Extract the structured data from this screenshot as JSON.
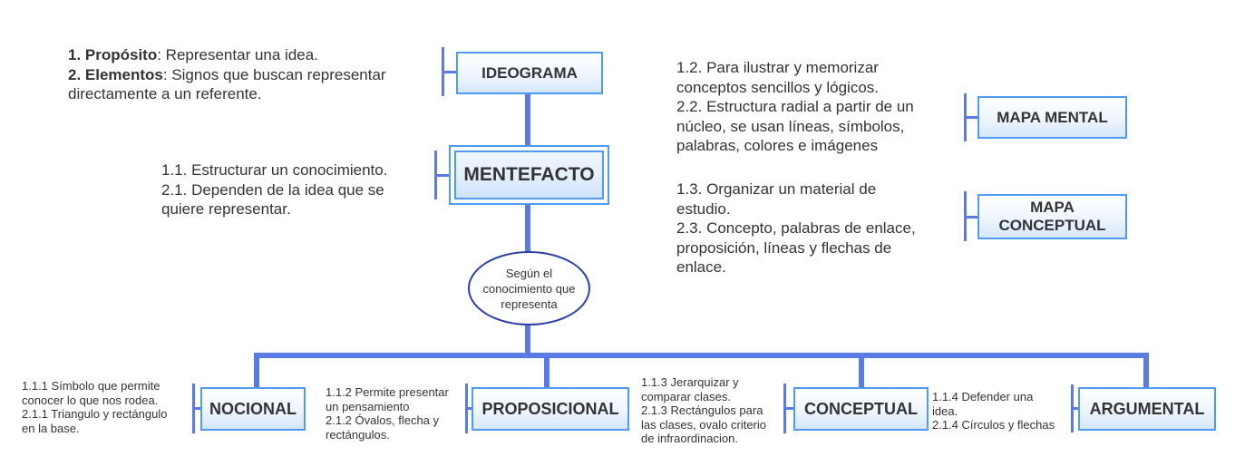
{
  "diagram": {
    "colors": {
      "connector": "#5a7be6",
      "node_border": "#4d9bf5",
      "ellipse_border": "#2b3fa8",
      "text": "#333333"
    },
    "ideograma": {
      "label": "IDEOGRAMA",
      "note": [
        {
          "bold": "1. Propósito",
          "text": ": Representar una idea."
        },
        {
          "bold": "2. Elementos",
          "text": ": Signos que buscan representar"
        },
        {
          "bold": "",
          "text": "directamente a un referente."
        }
      ]
    },
    "mentefacto": {
      "label": "MENTEFACTO",
      "note": [
        "1.1. Estructurar un conocimiento.",
        "2.1. Dependen de la idea que se",
        "quiere representar."
      ]
    },
    "mapa_mental": {
      "label": "MAPA MENTAL",
      "note": [
        "1.2. Para ilustrar y memorizar",
        "conceptos sencillos y lógicos.",
        "2.2. Estructura radial a partir de un",
        "núcleo, se usan líneas, símbolos,",
        "palabras, colores e imágenes"
      ]
    },
    "mapa_conceptual": {
      "label_lines": [
        "MAPA",
        "CONCEPTUAL"
      ],
      "note": [
        "1.3. Organizar un material de",
        "estudio.",
        "2.3. Concepto, palabras de enlace,",
        "proposición, líneas y flechas de",
        "enlace."
      ]
    },
    "criterion": {
      "lines": [
        "Según el",
        "conocimiento que",
        "representa"
      ]
    },
    "types": [
      {
        "label": "NOCIONAL",
        "note": [
          "1.1.1 Símbolo que permite",
          "conocer lo que nos rodea.",
          "2.1.1 Triangulo y rectángulo",
          "en la base."
        ]
      },
      {
        "label": "PROPOSICIONAL",
        "note": [
          "1.1.2 Permite presentar",
          "un pensamiento",
          "2.1.2 Óvalos, flecha y",
          "rectángulos."
        ]
      },
      {
        "label": "CONCEPTUAL",
        "note": [
          "1.1.3 Jerarquizar y",
          "comparar clases.",
          "2.1.3 Rectángulos para",
          "las clases, ovalo criterio",
          "de infraordinacion."
        ]
      },
      {
        "label": "ARGUMENTAL",
        "note": [
          "1.1.4 Defender una",
          "idea.",
          "2.1.4 Círculos y flechas"
        ]
      }
    ]
  }
}
